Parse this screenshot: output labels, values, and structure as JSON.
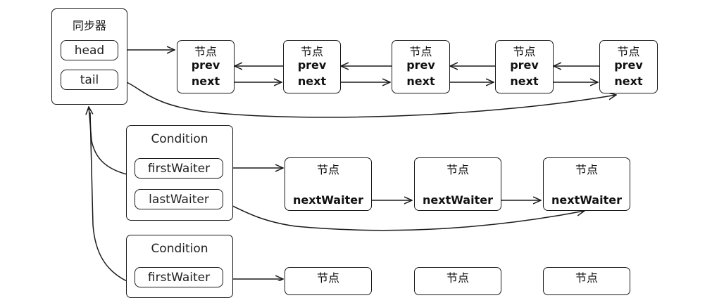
{
  "sync": {
    "title": "同步器",
    "head_label": "head",
    "tail_label": "tail"
  },
  "sync_nodes": [
    {
      "title": "节点",
      "prev": "prev",
      "next": "next"
    },
    {
      "title": "节点",
      "prev": "prev",
      "next": "next"
    },
    {
      "title": "节点",
      "prev": "prev",
      "next": "next"
    },
    {
      "title": "节点",
      "prev": "prev",
      "next": "next"
    },
    {
      "title": "节点",
      "prev": "prev",
      "next": "next"
    }
  ],
  "conditions": [
    {
      "title": "Condition",
      "first_label": "firstWaiter",
      "last_label": "lastWaiter",
      "nodes": [
        {
          "title": "节点",
          "field": "nextWaiter"
        },
        {
          "title": "节点",
          "field": "nextWaiter"
        },
        {
          "title": "节点",
          "field": "nextWaiter"
        }
      ]
    },
    {
      "title": "Condition",
      "first_label": "firstWaiter",
      "nodes": [
        {
          "title": "节点"
        },
        {
          "title": "节点"
        },
        {
          "title": "节点"
        }
      ]
    }
  ]
}
